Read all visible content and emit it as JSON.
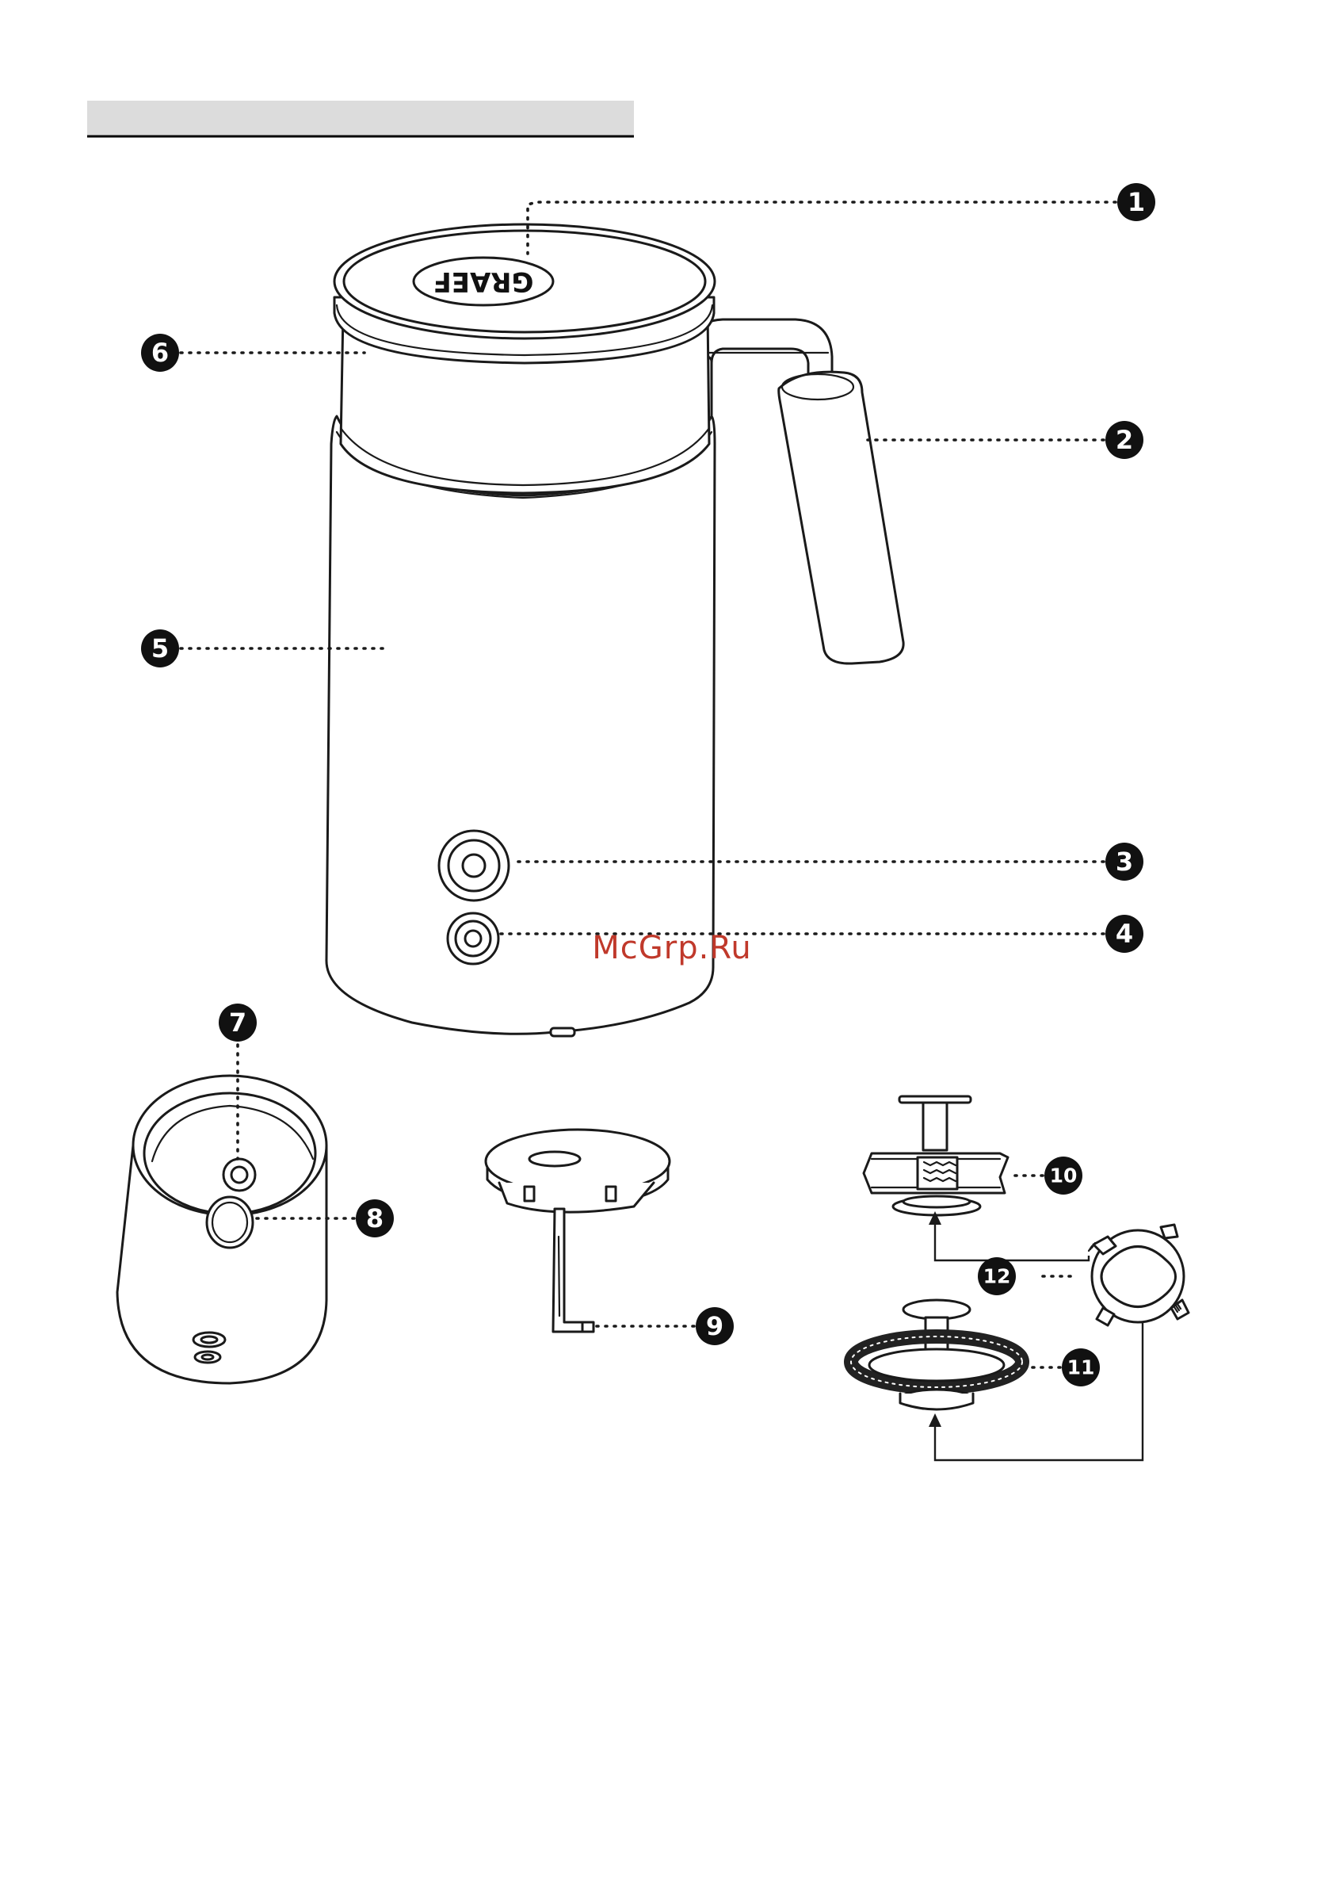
{
  "header": {
    "bar_color": "#dcdcdc",
    "rule_color": "#000000"
  },
  "brand_logo": "GRAEF",
  "watermark": {
    "text": "McGrp.Ru",
    "color": "#c0392b"
  },
  "callouts": [
    {
      "number": "1",
      "part": "lid"
    },
    {
      "number": "2",
      "part": "handle"
    },
    {
      "number": "3",
      "part": "upper-button"
    },
    {
      "number": "4",
      "part": "lower-button"
    },
    {
      "number": "5",
      "part": "outer-housing"
    },
    {
      "number": "6",
      "part": "inner-jug"
    },
    {
      "number": "7",
      "part": "whisk-drive-shaft"
    },
    {
      "number": "8",
      "part": "heating-plate"
    },
    {
      "number": "9",
      "part": "lid-stirrer"
    },
    {
      "number": "10",
      "part": "frothing-whisk"
    },
    {
      "number": "11",
      "part": "spring-whisk"
    },
    {
      "number": "12",
      "part": "whisk-ring"
    }
  ]
}
